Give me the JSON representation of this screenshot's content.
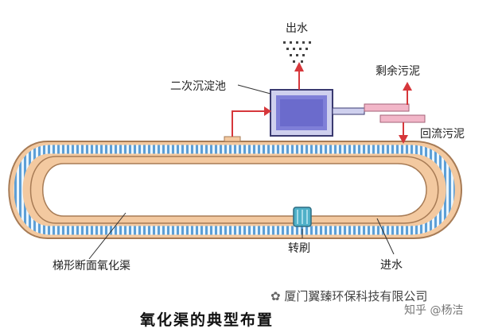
{
  "labels": {
    "outlet_water": "出水",
    "secondary_clarifier": "二次沉淀池",
    "excess_sludge": "剩余污泥",
    "return_sludge": "回流污泥",
    "channel_name": "梯形断面氧化渠",
    "rotor_brush": "转刷",
    "inlet_water": "进水"
  },
  "caption": "氧化渠的典型布置",
  "watermark": {
    "company": "厦门翼臻环保科技有限公司",
    "zhihu": "知乎 @杨洁"
  },
  "colors": {
    "channel_outer": "#f3c9a0",
    "channel_border": "#a77b55",
    "aeration_band": "#6aa6d8",
    "clarifier_fill": "#7f7fd8",
    "arrow": "#d6373b",
    "rotor": "#4fb0c8"
  }
}
